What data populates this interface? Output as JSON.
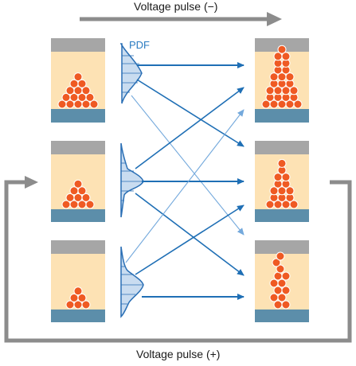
{
  "labels": {
    "top": "Voltage pulse (−)",
    "bottom": "Voltage pulse (+)",
    "pdf": "PDF"
  },
  "colors": {
    "electrode": "#a6a6a6",
    "switching_layer": "#fde2b4",
    "base_electrode": "#5c8eaa",
    "atom": "#ef5a23",
    "arrow": "#1f6fb5",
    "arrow_light": "#74a9dc",
    "pulse_arrow": "#8c8c8c",
    "pdf_fill": "#c9dcf0",
    "pdf_stroke": "#2a6fb5"
  }
}
